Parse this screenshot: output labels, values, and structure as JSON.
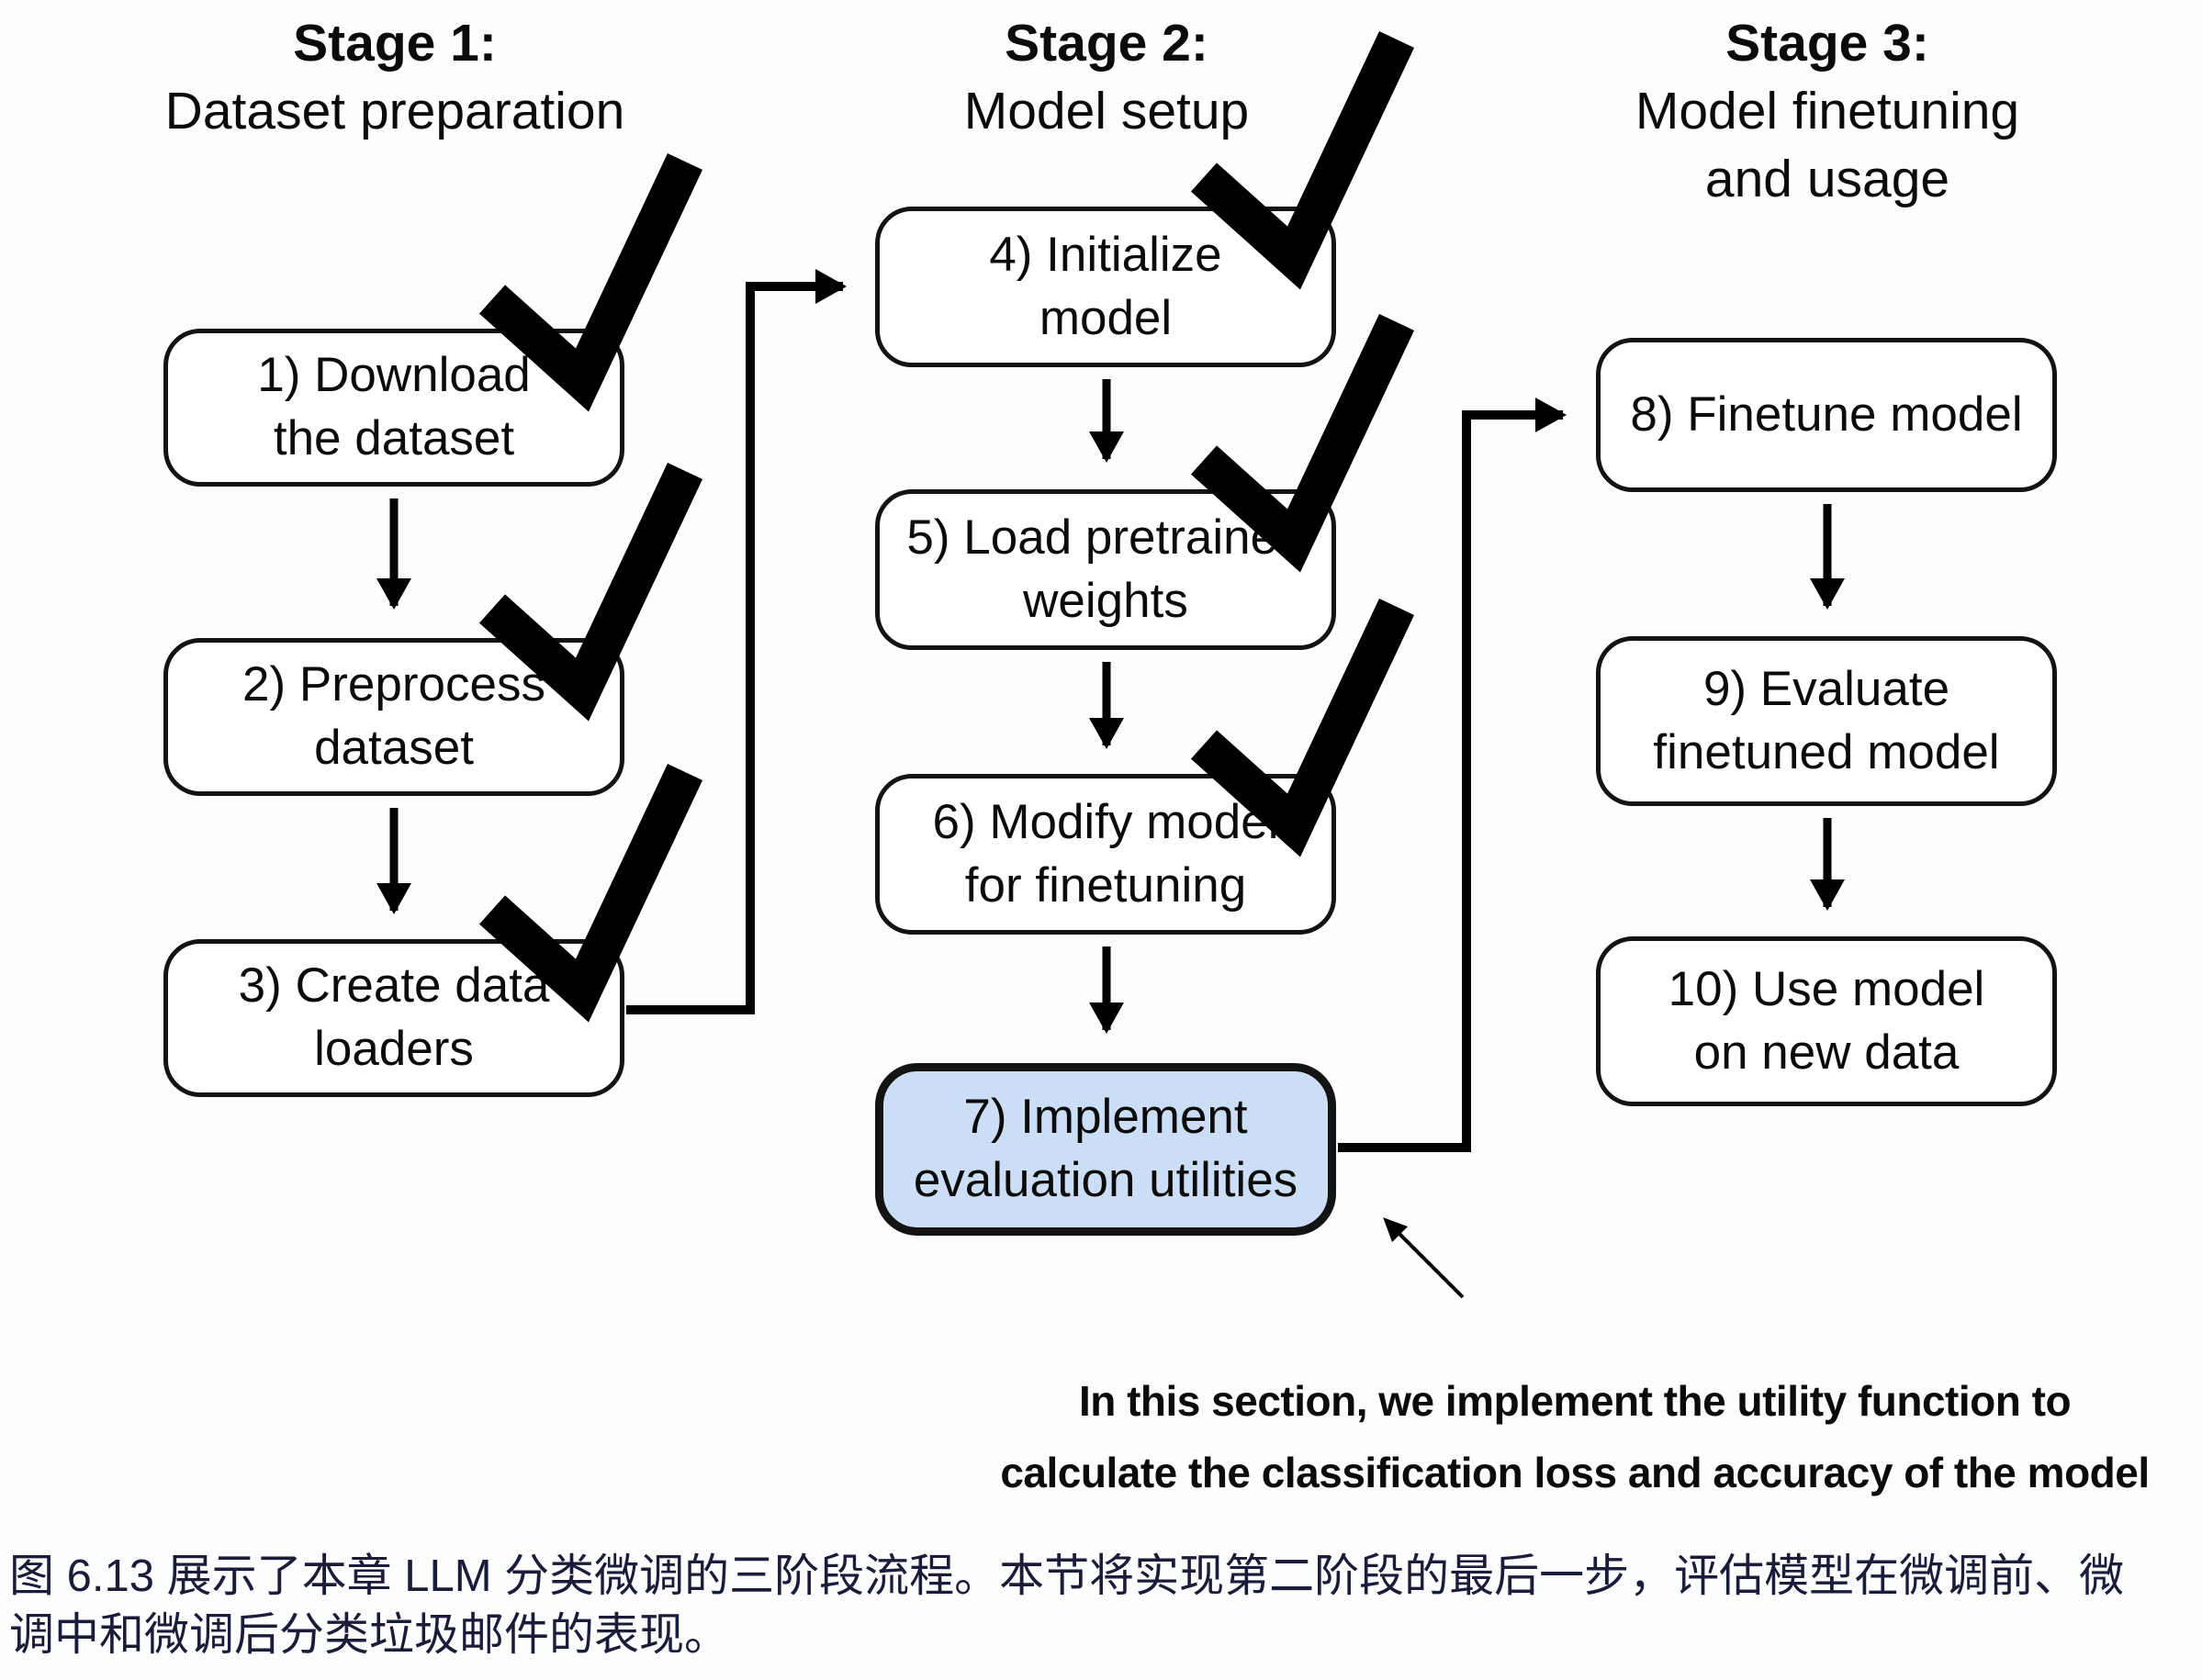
{
  "figure": {
    "stages": [
      {
        "title": "Stage 1:",
        "subtitle": "Dataset preparation",
        "boxes": [
          {
            "label": "1) Download\nthe dataset",
            "checked": true
          },
          {
            "label": "2) Preprocess\ndataset",
            "checked": true
          },
          {
            "label": "3) Create data\nloaders",
            "checked": true
          }
        ]
      },
      {
        "title": "Stage 2:",
        "subtitle": "Model setup",
        "boxes": [
          {
            "label": "4) Initialize\nmodel",
            "checked": true
          },
          {
            "label": "5) Load pretrained\nweights",
            "checked": true
          },
          {
            "label": "6) Modify model\nfor finetuning",
            "checked": true
          },
          {
            "label": "7) Implement\nevaluation utilities",
            "checked": false,
            "highlighted": true
          }
        ]
      },
      {
        "title": "Stage 3:",
        "subtitle": "Model finetuning\nand usage",
        "boxes": [
          {
            "label": "8) Finetune model",
            "checked": false
          },
          {
            "label": "9) Evaluate\nfinetuned model",
            "checked": false
          },
          {
            "label": "10) Use model\non new data",
            "checked": false
          }
        ]
      }
    ],
    "annotation": "In this section, we implement the utility function to\ncalculate the classification loss and accuracy of the model",
    "caption": "图 6.13 展示了本章 LLM 分类微调的三阶段流程。本节将实现第二阶段的最后一步，评估模型在微调前、微\n调中和微调后分类垃圾邮件的表现。"
  },
  "colors": {
    "highlight_box_fill": "#cbdef5",
    "box_border": "#131313",
    "arrow": "#000000",
    "caption_text": "#1b1b3a"
  }
}
